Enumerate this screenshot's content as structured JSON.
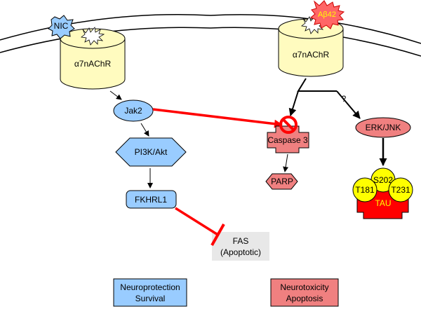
{
  "left_receptor": {
    "ligand": "NIC",
    "label": "α7nAChR"
  },
  "right_receptor": {
    "ligand": "Aβ42",
    "label": "α7nAChR"
  },
  "jak2": "Jak2",
  "pi3k": "PI3K/Akt",
  "fkhrl1": "FKHRL1",
  "fas": {
    "line1": "FAS",
    "line2": "(Apoptotic)"
  },
  "caspase3": "Caspase 3",
  "parp": "PARP",
  "erk": "ERK/JNK",
  "unknown_mark": "?",
  "tau": {
    "label": "TAU",
    "sites": [
      "S202",
      "T181",
      "T231"
    ]
  },
  "outcomes": {
    "protection": {
      "line1": "Neuroprotection",
      "line2": "Survival"
    },
    "toxicity": {
      "line1": "Neurotoxicity",
      "line2": "Apoptosis"
    }
  },
  "colors": {
    "receptor_fill": "#fffbbf",
    "jak_fill": "#99ccff",
    "caspase_fill": "#f08080",
    "tau_red": "#ff0000",
    "phospho_yellow": "#ffff00",
    "inhibit_red": "#ff0000",
    "fas_fill": "#e8e8e8",
    "protection_fill": "#99ccff",
    "toxicity_fill": "#f08080",
    "abeta_text": "#ffff00"
  }
}
